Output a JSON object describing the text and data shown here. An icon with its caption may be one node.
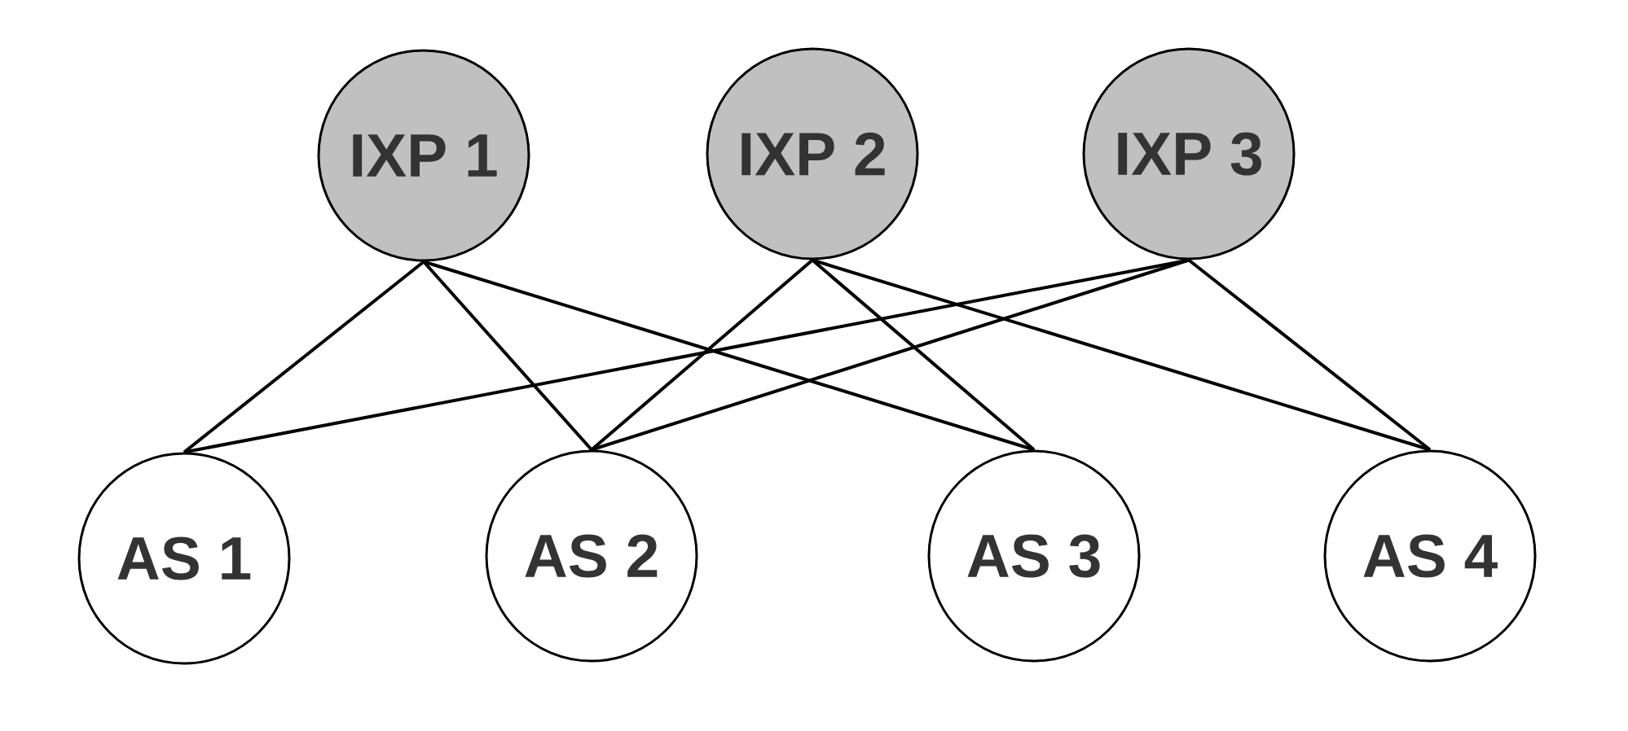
{
  "diagram": {
    "nodes": [
      {
        "text": [
          "IXP 1"
        ]
      },
      {
        "text": [
          "IXP 2"
        ]
      },
      {
        "text": [
          "IXP 3"
        ]
      },
      {
        "text": [
          "AS 1"
        ]
      },
      {
        "text": [
          "AS 2"
        ]
      },
      {
        "text": [
          "AS 3"
        ]
      },
      {
        "text": [
          "AS 4"
        ]
      }
    ],
    "edges": [
      {
        "from": 0,
        "to": 3,
        "arrow": "none"
      },
      {
        "from": 0,
        "to": 4,
        "arrow": "none"
      },
      {
        "from": 0,
        "to": 5,
        "arrow": "none"
      },
      {
        "from": 1,
        "to": 4,
        "arrow": "none"
      },
      {
        "from": 1,
        "to": 5,
        "arrow": "none"
      },
      {
        "from": 1,
        "to": 6,
        "arrow": "none"
      },
      {
        "from": 2,
        "to": 3,
        "arrow": "none"
      },
      {
        "from": 2,
        "to": 4,
        "arrow": "none"
      },
      {
        "from": 2,
        "to": 6,
        "arrow": "none"
      }
    ]
  }
}
